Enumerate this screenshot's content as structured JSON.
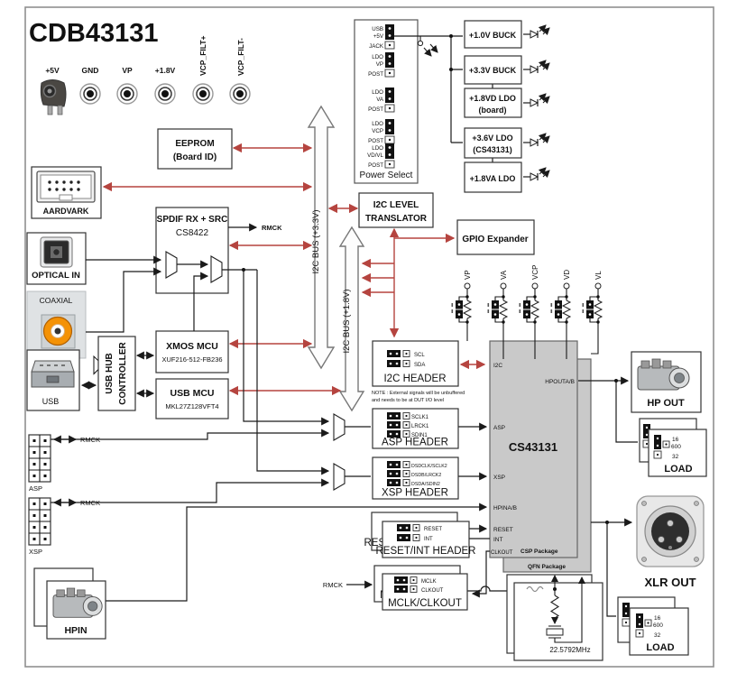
{
  "title": "CDB43131",
  "jacks": [
    "+5V",
    "GND",
    "VP",
    "+1.8V",
    "VCP_FILT+",
    "VCP_FILT-"
  ],
  "eeprom": [
    "EEPROM",
    "(Board ID)"
  ],
  "aardvark": "AARDVARK",
  "spdif": [
    "SPDIF RX + SRC",
    "CS8422"
  ],
  "sig": {
    "rmck": "RMCK"
  },
  "optical": "OPTICAL IN",
  "coaxial": "COAXIAL",
  "usb": "USB",
  "hub": [
    "USB HUB",
    "CONTROLLER"
  ],
  "xmos": [
    "XMOS MCU",
    "XUF216-512-FB236"
  ],
  "usbmcu": [
    "USB MCU",
    "MKL27Z128VFT4"
  ],
  "power_select": {
    "label": "Power Select",
    "groups": [
      [
        "USB",
        "+5V",
        "JACK"
      ],
      [
        "LDO",
        "VP",
        "POST"
      ],
      [
        "LDO",
        "VA",
        "POST"
      ],
      [
        "LDO",
        "VCP",
        "POST"
      ],
      [
        "LDO",
        "VD/VL",
        "POST"
      ]
    ]
  },
  "regulators": [
    [
      "+1.0V BUCK"
    ],
    [
      "+3.3V BUCK"
    ],
    [
      "+1.8VD LDO",
      "(board)"
    ],
    [
      "+3.6V LDO",
      "(CS43131)"
    ],
    [
      "+1.8VA LDO"
    ]
  ],
  "translator": [
    "I2C LEVEL",
    "TRANSLATOR"
  ],
  "gpio": "GPIO Expander",
  "bus33": "I2C BUS (+3.3V)",
  "bus18": "I2C BUS (+1.8V)",
  "i2c_header": {
    "label": "I2C HEADER",
    "pins": [
      "SCL",
      "SDA"
    ],
    "note": [
      "NOTE : External signals will be unbuffered",
      "and needs to be at DUT I/O level"
    ]
  },
  "asp_header": {
    "label": "ASP HEADER",
    "pins": [
      "SCLK1",
      "LRCK1",
      "SDIN1"
    ]
  },
  "xsp_header": {
    "label": "XSP HEADER",
    "pins": [
      "DSDCLK/SCLK2",
      "DSDB/LRCK2",
      "DSDA/SDIN2"
    ]
  },
  "reset_header": {
    "label": "RESET/INT HEADER",
    "pins": [
      "RESET",
      "INT"
    ]
  },
  "mclk_header": {
    "label": "MCLK/CLKOUT",
    "pins": [
      "MCLK",
      "CLKOUT"
    ]
  },
  "chip": {
    "name": "CS43131",
    "pins": {
      "i2c": "I2C",
      "hpout": "HPOUTA/B",
      "asp": "ASP",
      "xsp": "XSP",
      "hpin": "HPINA/B",
      "reset": "RESET",
      "int": "INT",
      "clkout": "CLKOUT"
    },
    "csp": "CSP Package",
    "qfn": "QFN Package"
  },
  "supplies": [
    "VP",
    "VA",
    "VCP",
    "VD",
    "VL"
  ],
  "asp_pins": "ASP",
  "xsp_pins": "XSP",
  "hpin": "HPIN",
  "hp_out": "HP OUT",
  "load": {
    "label": "LOAD",
    "options": [
      "16",
      "600",
      "32"
    ]
  },
  "xlr": "XLR OUT",
  "crystal": "22.5792MHz",
  "colors": {
    "red": "#b5443f",
    "chip": "#c9c9c9",
    "orange": "#f49206"
  }
}
